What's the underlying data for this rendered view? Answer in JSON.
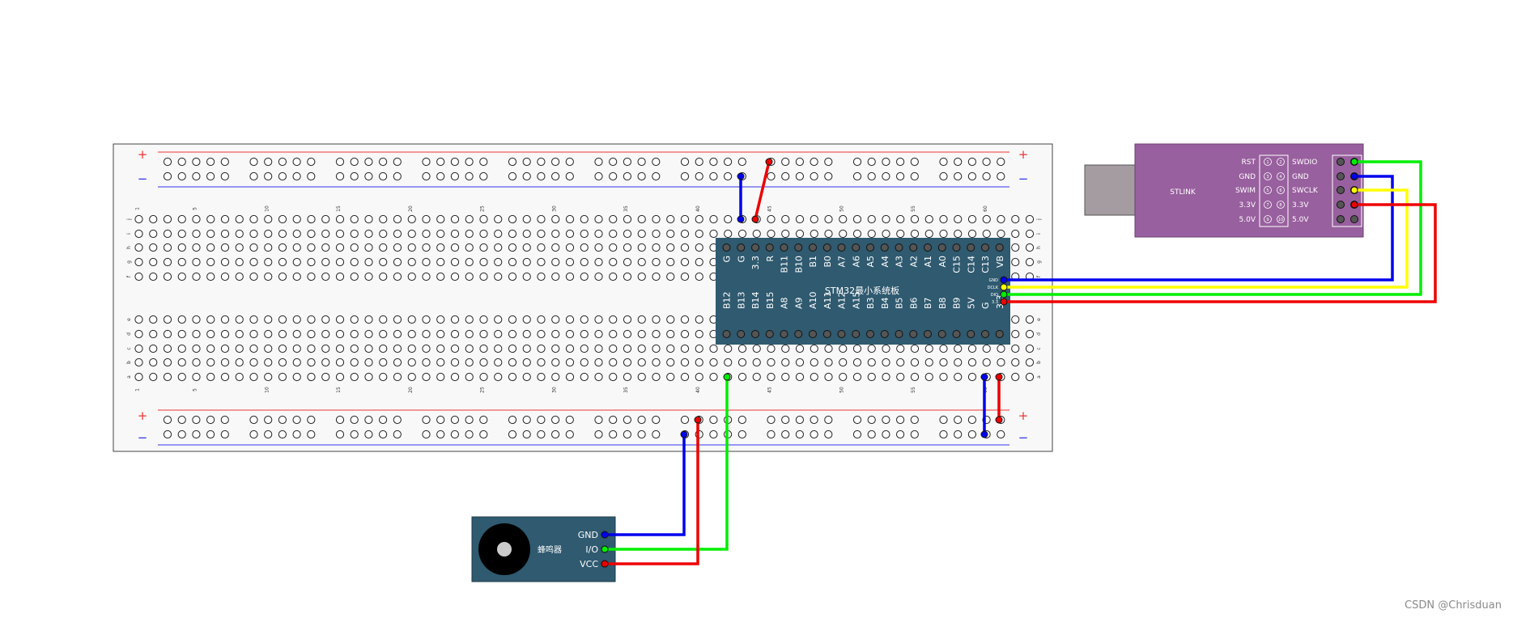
{
  "breadboard": {
    "plus_sign": "+",
    "minus_sign": "−",
    "column_numbers": [
      "1",
      "5",
      "10",
      "15",
      "20",
      "25",
      "30",
      "35",
      "40",
      "45",
      "50",
      "55",
      "60"
    ],
    "row_letters_top": [
      "j",
      "i",
      "h",
      "g",
      "f"
    ],
    "row_letters_bottom": [
      "e",
      "d",
      "c",
      "b",
      "a"
    ],
    "columns": 63,
    "rail_groups": 10,
    "rail_holes_per_group": 5
  },
  "stm32": {
    "title": "STM32最小系统板",
    "top_pins": [
      "G",
      "G",
      "3.3",
      "R",
      "B11",
      "B10",
      "B1",
      "B0",
      "A7",
      "A6",
      "A5",
      "A4",
      "A3",
      "A2",
      "A1",
      "A0",
      "C15",
      "C14",
      "C13",
      "VB"
    ],
    "bottom_pins": [
      "B12",
      "B13",
      "B14",
      "B15",
      "A8",
      "A9",
      "A10",
      "A11",
      "A12",
      "A15",
      "B3",
      "B4",
      "B5",
      "B6",
      "B7",
      "B8",
      "B9",
      "5V",
      "G",
      "3.3"
    ],
    "swd_pins": [
      "GND",
      "DCLK",
      "DIO",
      "3.3"
    ],
    "color": "#2f5a70"
  },
  "stlink": {
    "title": "STLINK",
    "left_labels": [
      "RST",
      "GND",
      "SWIM",
      "3.3V",
      "5.0V"
    ],
    "right_labels": [
      "SWDIO",
      "GND",
      "SWCLK",
      "3.3V",
      "5.0V"
    ],
    "header_numbers": [
      "1",
      "2",
      "3",
      "4",
      "5",
      "6",
      "7",
      "8",
      "9",
      "10"
    ],
    "color": "#98609e"
  },
  "buzzer": {
    "title": "蜂鸣器",
    "pins": [
      "GND",
      "I/O",
      "VCC"
    ],
    "color": "#2f5a70"
  },
  "wire_colors": {
    "gnd": "#0000ee",
    "vcc": "#ee0000",
    "signal": "#00ee00",
    "clock": "#ffff00"
  },
  "watermark": "CSDN @Chrisduan"
}
